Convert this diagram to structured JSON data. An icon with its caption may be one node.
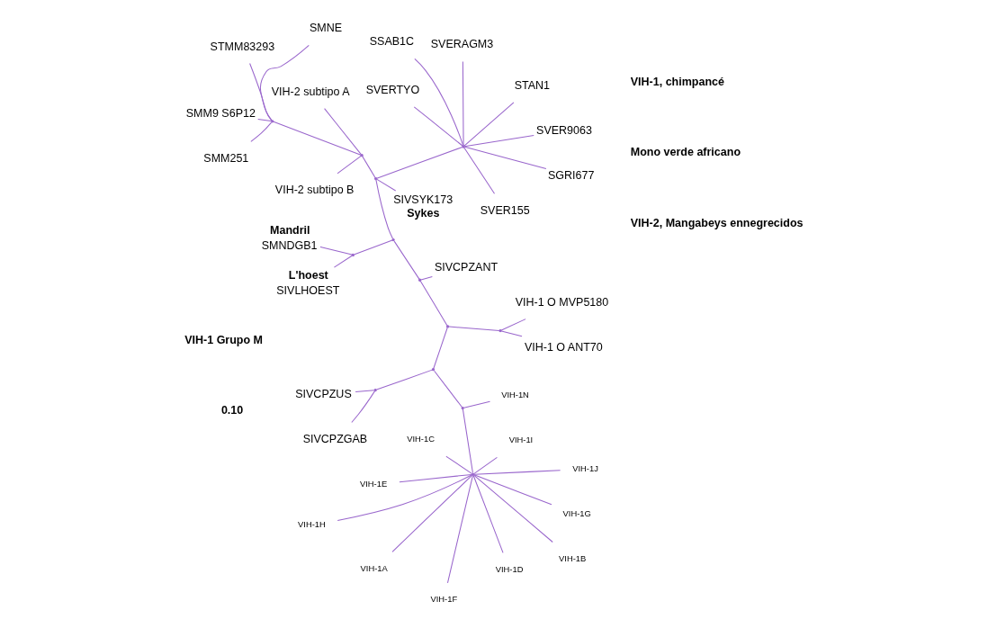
{
  "diagram": {
    "nodes": [
      {
        "text": [
          "VIH-1H"
        ]
      },
      {
        "text": [
          "VIH-1J"
        ]
      },
      {
        "text": [
          "VIH-1F"
        ]
      },
      {
        "text": [
          "VIH-1C"
        ]
      },
      {
        "text": [
          "VIH-1I"
        ]
      },
      {
        "text": [
          "VIH-1E"
        ]
      },
      {
        "text": [
          "VIH-1A"
        ]
      },
      {
        "text": [
          "VIH-1G"
        ]
      },
      {
        "text": [
          "VIH-1D"
        ]
      },
      {
        "text": [
          "VIH-1B"
        ]
      },
      {
        "text": [
          "SIVCPZGAB"
        ]
      },
      {
        "text": [
          "SIVCPZUS"
        ]
      },
      {
        "text": [
          "VIH-1N"
        ]
      },
      {
        "text": [
          "SIVCPZANT"
        ]
      },
      {
        "text": [
          "SMNDGB1"
        ],
        "beside": [
          "Mandril"
        ]
      },
      {
        "text": [
          "SIVLHOEST"
        ],
        "beside": [
          "L'hoest"
        ]
      },
      {
        "text": [
          "VIH-2 subtipo B"
        ]
      },
      {
        "text": [
          "VIH-2 subtipo A"
        ]
      },
      {
        "text": [
          "STMM83293"
        ]
      },
      {
        "text": [
          "SMNE"
        ]
      },
      {
        "text": [
          "SMM251"
        ]
      },
      {
        "text": [
          "SMM9 S6P12"
        ]
      },
      {
        "text": [
          "VIH-1 O ANT70"
        ]
      },
      {
        "text": [
          "VIH-1 O MVP5180"
        ]
      },
      {
        "text": [
          "SSAB1C"
        ]
      },
      {
        "text": [
          "SGRI677"
        ]
      },
      {
        "text": [
          "STAN1"
        ]
      },
      {
        "text": [
          "SVERTYO"
        ]
      },
      {
        "text": [
          "SVER155"
        ]
      },
      {
        "text": [
          "SVER9063"
        ]
      },
      {
        "text": [
          "SVERAGM3"
        ]
      },
      {
        "text": [
          "SIVSYK173"
        ],
        "beside": [
          "Sykes"
        ]
      },
      {
        "text": [],
        "shape": "point"
      },
      {
        "text": [],
        "shape": "point"
      },
      {
        "text": [],
        "shape": "point"
      },
      {
        "text": [],
        "shape": "point"
      },
      {
        "text": [],
        "shape": "point"
      },
      {
        "text": [],
        "shape": "point"
      },
      {
        "text": [],
        "shape": "point"
      },
      {
        "text": [],
        "shape": "point"
      },
      {
        "text": [],
        "shape": "point"
      },
      {
        "text": [],
        "shape": "point"
      },
      {
        "text": [],
        "shape": "point"
      },
      {
        "text": [],
        "shape": "point"
      },
      {
        "text": [],
        "shape": "point"
      }
    ],
    "edges": [
      {
        "from": 32,
        "to": 0,
        "arrow": "none"
      },
      {
        "from": 32,
        "to": 1,
        "arrow": "none"
      },
      {
        "from": 32,
        "to": 2,
        "arrow": "none"
      },
      {
        "from": 32,
        "to": 3,
        "arrow": "none"
      },
      {
        "from": 32,
        "to": 4,
        "arrow": "none"
      },
      {
        "from": 32,
        "to": 5,
        "arrow": "none"
      },
      {
        "from": 32,
        "to": 6,
        "arrow": "none"
      },
      {
        "from": 32,
        "to": 7,
        "arrow": "none"
      },
      {
        "from": 32,
        "to": 8,
        "arrow": "none"
      },
      {
        "from": 32,
        "to": 9,
        "arrow": "none"
      },
      {
        "from": 33,
        "to": 32,
        "arrow": "none"
      },
      {
        "from": 33,
        "to": 12,
        "arrow": "none"
      },
      {
        "from": 33,
        "to": 34,
        "arrow": "none"
      },
      {
        "from": 34,
        "to": 35,
        "arrow": "none"
      },
      {
        "from": 35,
        "to": 10,
        "arrow": "none"
      },
      {
        "from": 35,
        "to": 11,
        "arrow": "none"
      },
      {
        "from": 34,
        "to": 36,
        "arrow": "none"
      },
      {
        "from": 36,
        "to": 37,
        "arrow": "none"
      },
      {
        "from": 37,
        "to": 22,
        "arrow": "none"
      },
      {
        "from": 37,
        "to": 23,
        "arrow": "none"
      },
      {
        "from": 36,
        "to": 38,
        "arrow": "none"
      },
      {
        "from": 38,
        "to": 13,
        "arrow": "none"
      },
      {
        "from": 38,
        "to": 39,
        "arrow": "none"
      },
      {
        "from": 39,
        "to": 40,
        "arrow": "none"
      },
      {
        "from": 40,
        "to": 14,
        "arrow": "none"
      },
      {
        "from": 40,
        "to": 15,
        "arrow": "none"
      },
      {
        "from": 39,
        "to": 41,
        "arrow": "none"
      },
      {
        "from": 41,
        "to": 42,
        "arrow": "none"
      },
      {
        "from": 41,
        "to": 43,
        "arrow": "none"
      },
      {
        "from": 41,
        "to": 31,
        "arrow": "none"
      },
      {
        "from": 42,
        "to": 24,
        "arrow": "none"
      },
      {
        "from": 42,
        "to": 25,
        "arrow": "none"
      },
      {
        "from": 42,
        "to": 26,
        "arrow": "none"
      },
      {
        "from": 42,
        "to": 27,
        "arrow": "none"
      },
      {
        "from": 42,
        "to": 28,
        "arrow": "none"
      },
      {
        "from": 42,
        "to": 29,
        "arrow": "none"
      },
      {
        "from": 42,
        "to": 30,
        "arrow": "none"
      },
      {
        "from": 43,
        "to": 16,
        "arrow": "none"
      },
      {
        "from": 43,
        "to": 17,
        "arrow": "none"
      },
      {
        "from": 43,
        "to": 44,
        "arrow": "none"
      },
      {
        "from": 44,
        "to": 18,
        "arrow": "none"
      },
      {
        "from": 44,
        "to": 19,
        "arrow": "none"
      },
      {
        "from": 44,
        "to": 20,
        "arrow": "none"
      },
      {
        "from": 44,
        "to": 21,
        "arrow": "none"
      }
    ],
    "labels": [
      "VIH-1, chimpancé",
      "VIH-1 Grupo M",
      "VIH-2, Mangabeys ennegrecidos",
      "0.10",
      "Mono verde africano"
    ]
  }
}
